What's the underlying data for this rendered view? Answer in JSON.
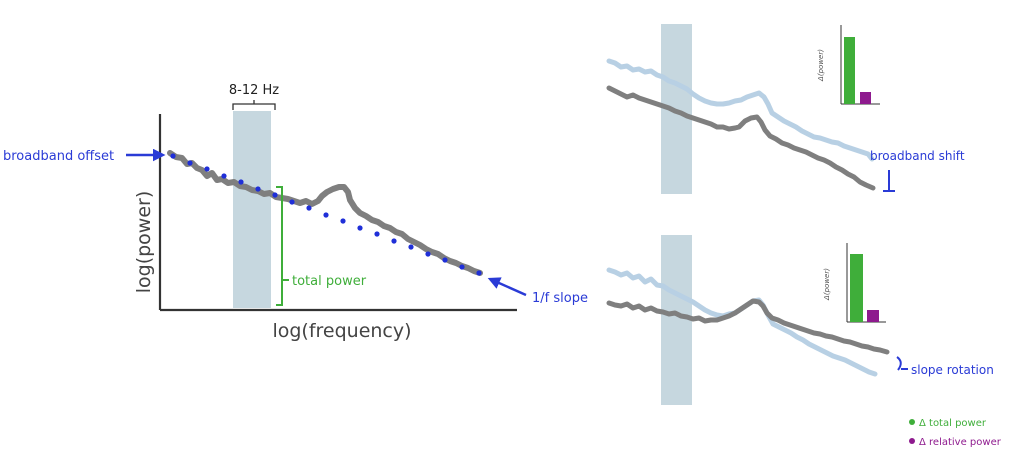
{
  "main_panel": {
    "band_label": "8-12 Hz",
    "offset_label": "broadband offset",
    "total_power_label": "total power",
    "slope_label": "1/f slope",
    "x_axis_label": "log(frequency)",
    "y_axis_label": "log(power)"
  },
  "shift_panel": {
    "effect_label": "broadband shift",
    "bar_axis_label": "Δ(power)",
    "bar_values": {
      "total": 0.9,
      "relative": 0.17
    }
  },
  "rotation_panel": {
    "effect_label": "slope rotation",
    "bar_axis_label": "Δ(power)",
    "bar_values": {
      "total": 0.9,
      "relative": 0.17
    }
  },
  "legend": {
    "total": "Δ total power",
    "relative": "Δ relative power"
  },
  "colors": {
    "spectrum": "#7f7f7f",
    "spectrum_alt": "#b8d0e4",
    "band": "#c6d7df",
    "aperiodic_fit": "#1f2fd8",
    "annotation": "#2a3bd6",
    "total_power": "#3fae3a",
    "relative_power": "#8e1a8e",
    "axis": "#333333"
  }
}
